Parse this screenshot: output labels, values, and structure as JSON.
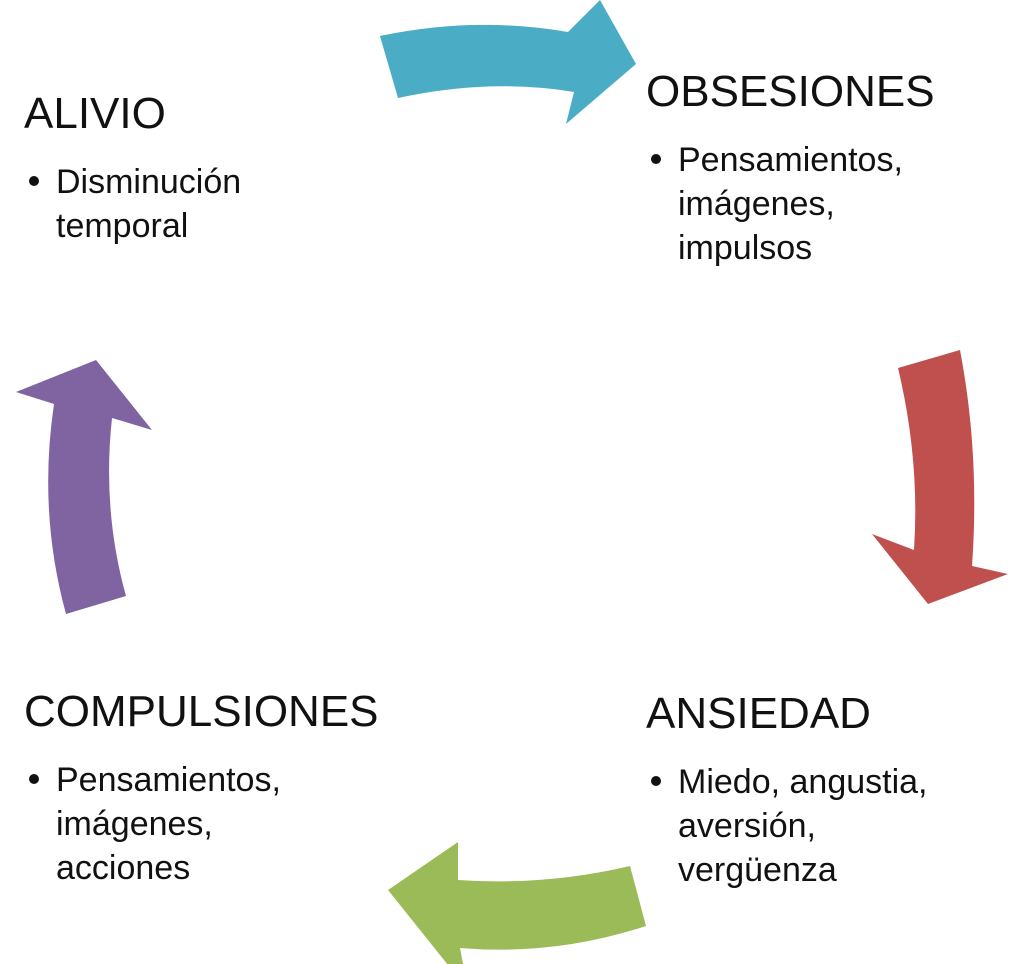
{
  "nodes": {
    "obsesiones": {
      "title": "OBSESIONES",
      "detail": "Pensamientos, imágenes, impulsos"
    },
    "ansiedad": {
      "title": "ANSIEDAD",
      "detail": "Miedo, angustia, aversión, vergüenza"
    },
    "compulsiones": {
      "title": "COMPULSIONES",
      "detail": "Pensamientos, imágenes, acciones"
    },
    "alivio": {
      "title": "ALIVIO",
      "detail": "Disminución temporal"
    }
  },
  "colors": {
    "arrow_alivio_to_obsesiones": "#4BACC6",
    "arrow_obsesiones_to_ansiedad": "#C0504D",
    "arrow_ansiedad_to_compulsiones": "#9BBB59",
    "arrow_compulsiones_to_alivio": "#8064A2"
  }
}
